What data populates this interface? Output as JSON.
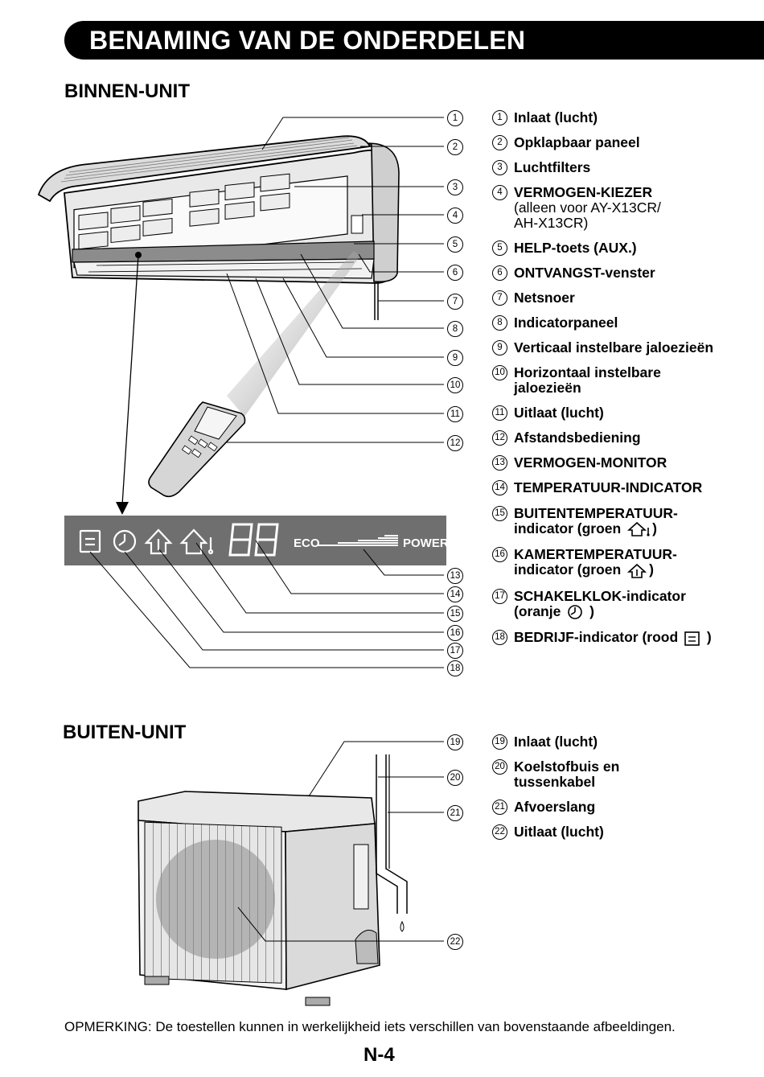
{
  "header": {
    "title": "BENAMING VAN DE ONDERDELEN"
  },
  "indoor": {
    "title": "BINNEN-UNIT",
    "parts": [
      {
        "num": "1",
        "label": "Inlaat (lucht)"
      },
      {
        "num": "2",
        "label": "Opklapbaar paneel"
      },
      {
        "num": "3",
        "label": "Luchtfilters"
      },
      {
        "num": "4",
        "label": "VERMOGEN-KIEZER",
        "note_line1": "(alleen voor AY-X13CR/",
        "note_line2": "AH-X13CR)"
      },
      {
        "num": "5",
        "label": "HELP-toets (AUX.)"
      },
      {
        "num": "6",
        "label": "ONTVANGST-venster"
      },
      {
        "num": "7",
        "label": "Netsnoer"
      },
      {
        "num": "8",
        "label": "Indicatorpaneel"
      },
      {
        "num": "9",
        "label": "Verticaal instelbare jaloezieën"
      },
      {
        "num": "10",
        "label": "Horizontaal instelbare",
        "label_line2": "jaloezieën"
      },
      {
        "num": "11",
        "label": "Uitlaat (lucht)"
      },
      {
        "num": "12",
        "label": "Afstandsbediening"
      },
      {
        "num": "13",
        "label": "VERMOGEN-MONITOR"
      },
      {
        "num": "14",
        "label": "TEMPERATUUR-INDICATOR"
      },
      {
        "num": "15",
        "label": "BUITENTEMPERATUUR-",
        "label_line2": "indicator (groen",
        "close": ")"
      },
      {
        "num": "16",
        "label": "KAMERTEMPERATUUR-",
        "label_line2": "indicator (groen",
        "close": ")"
      },
      {
        "num": "17",
        "label": "SCHAKELKLOK-indicator",
        "label_line2": "(oranje",
        "close": ")"
      },
      {
        "num": "18",
        "label": "BEDRIJF-indicator (rood",
        "close": ")"
      }
    ],
    "panel": {
      "eco_label": "ECO",
      "power_label": "POWER",
      "digits": "88"
    }
  },
  "outdoor": {
    "title": "BUITEN-UNIT",
    "parts": [
      {
        "num": "19",
        "label": "Inlaat (lucht)"
      },
      {
        "num": "20",
        "label": "Koelstofbuis en",
        "label_line2": "tussenkabel"
      },
      {
        "num": "21",
        "label": "Afvoerslang"
      },
      {
        "num": "22",
        "label": "Uitlaat (lucht)"
      }
    ]
  },
  "footer": {
    "note": "OPMERKING: De toestellen kunnen in werkelijkheid iets verschillen van bovenstaande afbeeldingen.",
    "page": "N-4"
  },
  "icons": [
    "operation-indicator-icon",
    "timer-clock-icon",
    "room-temperature-icon",
    "outdoor-temperature-icon"
  ]
}
